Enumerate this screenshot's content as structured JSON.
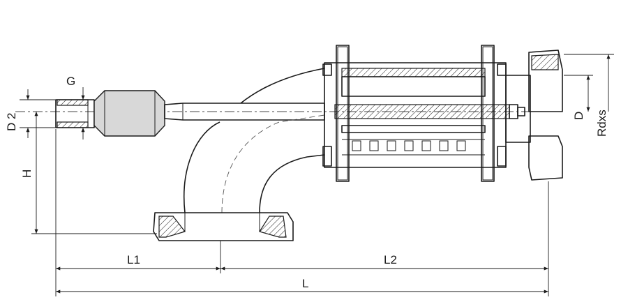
{
  "labels": {
    "g": "G",
    "d2": "D 2",
    "h": "H",
    "l1": "L1",
    "l2": "L2",
    "l": "L",
    "d": "D",
    "rdxs": "Rdxs"
  },
  "colors": {
    "line": "#1a1a1a",
    "fill": "#d8d8d8",
    "background": "#ffffff"
  }
}
